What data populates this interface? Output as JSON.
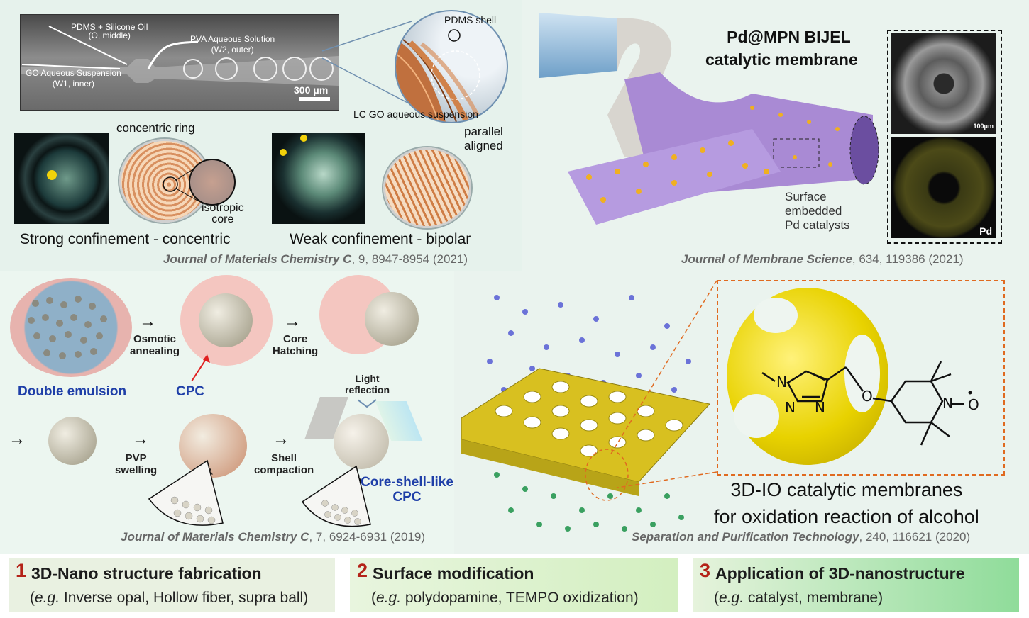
{
  "top_left": {
    "micro_labels": {
      "pdms_oil_line1": "PDMS + Silicone Oil",
      "pdms_oil_line2": "(O, middle)",
      "pva_line1": "PVA Aqueous Solution",
      "pva_line2": "(W2, outer)",
      "go_line1": "GO Aqueous Suspension",
      "go_line2": "(W1, inner)",
      "scale": "300 μm"
    },
    "zoom_labels": {
      "pdms_shell": "PDMS shell",
      "lc_go": "LC GO aqueous suspension"
    },
    "concentric_ring": "concentric ring",
    "isotropic_core_line1": "isotropic",
    "isotropic_core_line2": "core",
    "parallel_line1": "parallel",
    "parallel_line2": "aligned",
    "strong": "Strong confinement - concentric",
    "weak": "Weak confinement - bipolar",
    "citation": {
      "journal": "Journal of Materials Chemistry C",
      "rest": ", 9, 8947-8954 (2021)"
    }
  },
  "top_right": {
    "title_line1": "Pd@MPN BIJEL",
    "title_line2": "catalytic membrane",
    "surface_line1": "Surface",
    "surface_line2": "embedded",
    "surface_line3": "Pd catalysts",
    "sem_scale": "100μm",
    "pd_label": "Pd",
    "citation": {
      "journal": "Journal of Membrane Science",
      "rest": ",  634, 119386 (2021)"
    }
  },
  "bottom_left": {
    "osmotic_line1": "Osmotic",
    "osmotic_line2": "annealing",
    "core_line1": "Core",
    "core_line2": "Hatching",
    "double_emulsion": "Double emulsion",
    "cpc": "CPC",
    "light_line1": "Light",
    "light_line2": "reflection",
    "pvp_line1": "PVP",
    "pvp_line2": "swelling",
    "shell_line1": "Shell",
    "shell_line2": "compaction",
    "coreshell_line1": "Core-shell-like",
    "coreshell_line2": "CPC",
    "citation": {
      "journal": "Journal of Materials Chemistry C",
      "rest": ", 7, 6924-6931 (2019)"
    }
  },
  "bottom_right": {
    "molecule": {
      "n1": "N",
      "n2": "N",
      "n3": "N",
      "o": "O",
      "n4": "N",
      "o2": "O"
    },
    "caption_line1": "3D-IO catalytic membranes",
    "caption_line2": "for oxidation reaction of alcohol",
    "citation": {
      "journal": "Separation and Purification Technology",
      "rest": ", 240, 116621 (2020)"
    }
  },
  "boxes": [
    {
      "num": "1",
      "title": "3D-Nano structure fabrication",
      "sub_eg": "e.g.",
      "sub_rest": " Inverse opal, Hollow fiber, supra ball",
      "color": "#e9f1e1"
    },
    {
      "num": "2",
      "title": "Surface modification",
      "sub_eg": "e.g.",
      "sub_rest": " polydopamine, TEMPO oxidization",
      "color": "#d3efc0"
    },
    {
      "num": "3",
      "title": "Application of 3D-nanostructure",
      "sub_eg": "e.g.",
      "sub_rest": " catalyst, membrane",
      "color": "#8fdc9a"
    }
  ]
}
